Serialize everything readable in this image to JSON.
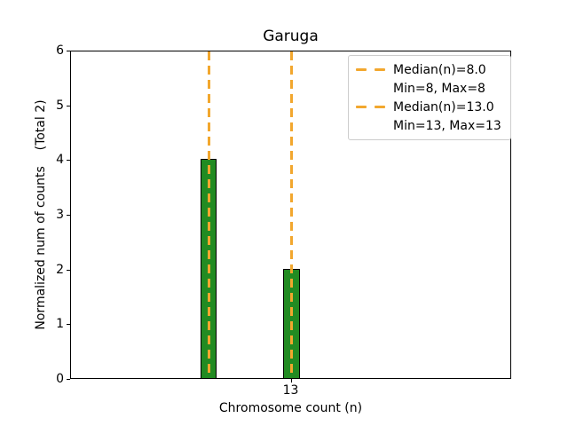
{
  "chart_data": {
    "type": "bar",
    "title": "Garuga",
    "xlabel": "Chromosome count (n)",
    "ylabel": "Normalized num of counts    (Total 2)",
    "xlim": [
      -0.3,
      26.3
    ],
    "ylim": [
      0,
      6
    ],
    "yticks": [
      0,
      1,
      2,
      3,
      4,
      5,
      6
    ],
    "xticks": [
      {
        "x": 13,
        "label": "13"
      }
    ],
    "bar_width": 1,
    "bars": [
      {
        "x": 8,
        "height": 4
      },
      {
        "x": 13,
        "height": 2
      }
    ],
    "median_lines": [
      {
        "x": 8.0
      },
      {
        "x": 13.0
      }
    ],
    "legend": {
      "position": "upper right",
      "entries": [
        {
          "swatch": "dashed-line",
          "label": "Median(n)=8.0"
        },
        {
          "swatch": "none",
          "label": "Min=8, Max=8"
        },
        {
          "swatch": "dashed-line",
          "label": "Median(n)=13.0"
        },
        {
          "swatch": "none",
          "label": "Min=13, Max=13"
        }
      ]
    },
    "colors": {
      "bar_fill": "#228B22",
      "bar_edge": "#000000",
      "median_line": "#F2A72E",
      "legend_border": "#CCCCCC",
      "background": "#FFFFFF",
      "text": "#000000"
    }
  }
}
